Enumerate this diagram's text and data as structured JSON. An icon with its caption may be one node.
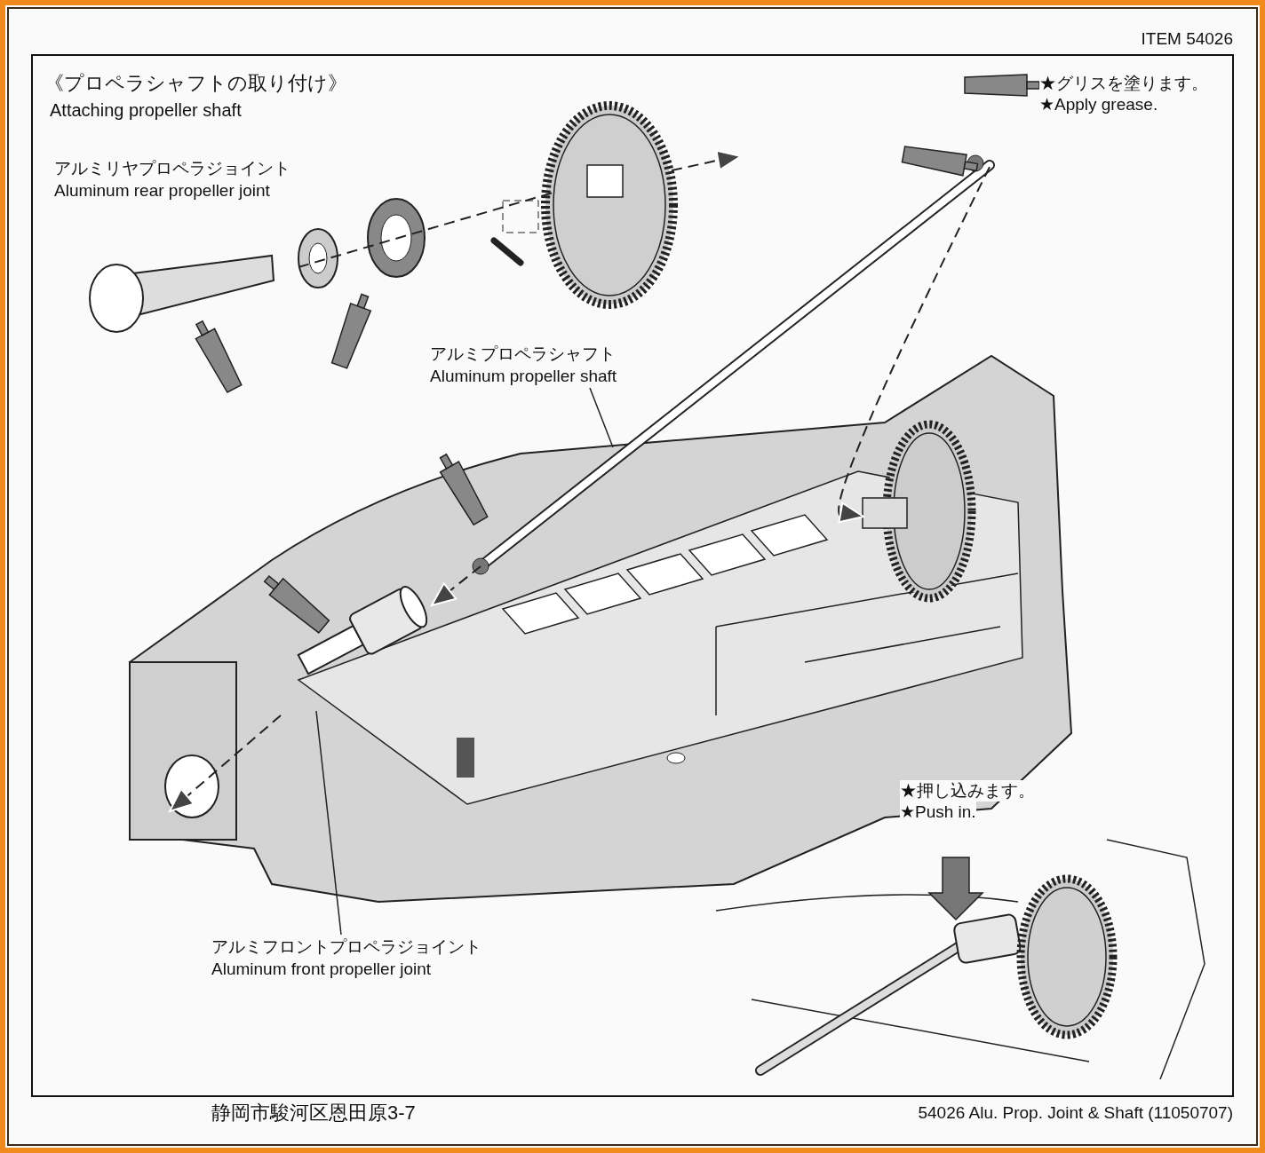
{
  "diagram": {
    "title": "《プロペラシャフトの取り付け》",
    "nodes": [
      {
        "text": [
          "アルミリヤプロペラジョイント",
          "Aluminum rear propeller joint"
        ]
      },
      {
        "text": [
          "アルミプロペラシャフト",
          "Aluminum propeller shaft"
        ]
      },
      {
        "text": [
          "アルミフロントプロペラジョイント",
          "Aluminum front propeller joint"
        ]
      }
    ],
    "edges": [
      {
        "from": 1,
        "to": null,
        "arrow": "none"
      },
      {
        "from": 2,
        "to": null,
        "arrow": "none"
      }
    ],
    "labels": [
      "ITEM 54026",
      "Attaching propeller shaft",
      "★グリスを塗ります。",
      "★Apply grease.",
      "★押し込みます。",
      "★Push in.",
      "静岡市駿河区恩田原3-7",
      "54026 Alu. Prop. Joint & Shaft (11050707)"
    ]
  }
}
